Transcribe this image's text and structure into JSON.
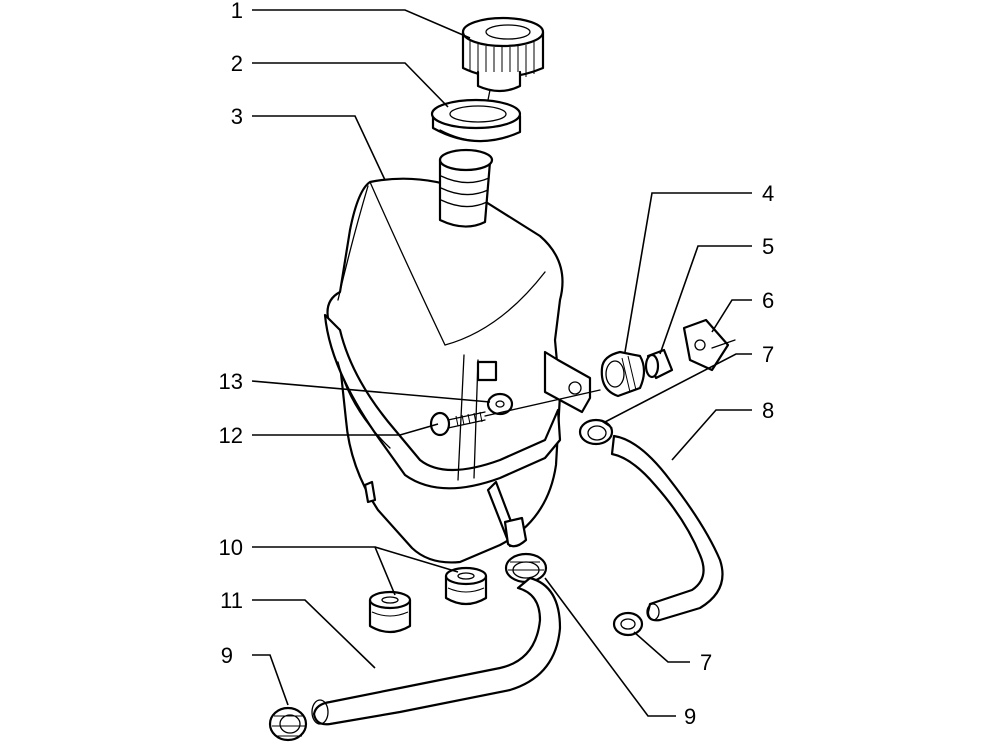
{
  "callouts": [
    {
      "id": "c1",
      "text": "1"
    },
    {
      "id": "c2",
      "text": "2"
    },
    {
      "id": "c3",
      "text": "3"
    },
    {
      "id": "c4",
      "text": "4"
    },
    {
      "id": "c5",
      "text": "5"
    },
    {
      "id": "c6",
      "text": "6"
    },
    {
      "id": "c7a",
      "text": "7"
    },
    {
      "id": "c8",
      "text": "8"
    },
    {
      "id": "c13",
      "text": "13"
    },
    {
      "id": "c12",
      "text": "12"
    },
    {
      "id": "c10",
      "text": "10"
    },
    {
      "id": "c11",
      "text": "11"
    },
    {
      "id": "c9a",
      "text": "9"
    },
    {
      "id": "c7b",
      "text": "7"
    },
    {
      "id": "c9b",
      "text": "9"
    }
  ]
}
